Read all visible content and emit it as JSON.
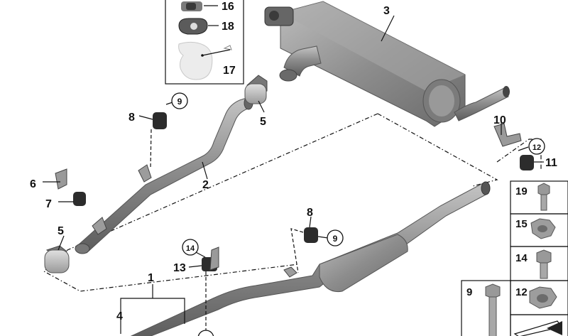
{
  "labels": {
    "p1": "1",
    "p2": "2",
    "p3": "3",
    "p4": "4",
    "p5a": "5",
    "p5b": "5",
    "p6": "6",
    "p7": "7",
    "p8a": "8",
    "p8b": "8",
    "p9a": "9",
    "p9b": "9",
    "p9c": "9",
    "p10": "10",
    "p11": "11",
    "p12": "12",
    "p12b": "12",
    "p13": "13",
    "p14": "14",
    "p14b": "14",
    "p15": "15",
    "p16": "16",
    "p17": "17",
    "p18": "18",
    "p19": "19"
  },
  "colors": {
    "pipe": "#8a8a8a",
    "pipe_light": "#b9b9b9",
    "pipe_dark": "#5e5e5e",
    "rubber": "#2a2a2a",
    "line": "#111111"
  },
  "icons": [
    "muffler-icon",
    "pipe-icon",
    "clamp-icon",
    "bracket-icon",
    "rubber-mount-icon",
    "bolt-icon",
    "nut-icon"
  ]
}
